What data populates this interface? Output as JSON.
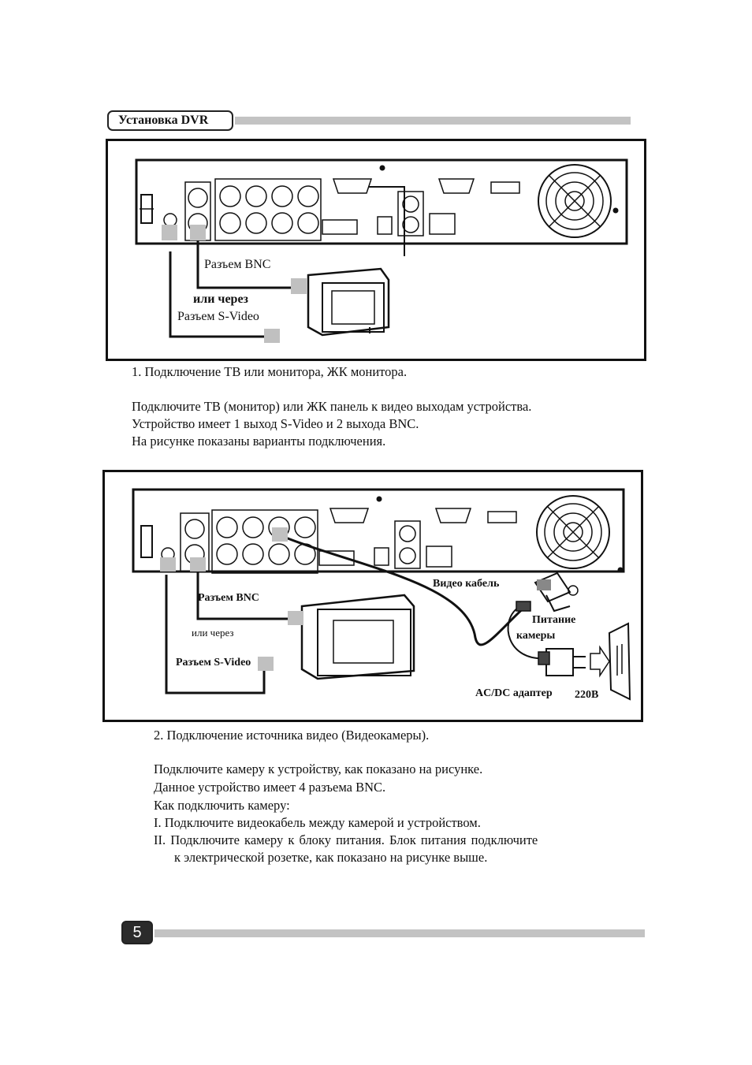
{
  "header": {
    "title": "Установка DVR"
  },
  "figure1": {
    "label_bnc": "Разъем BNC",
    "label_or": "или через",
    "label_svideo": "Разъем S-Video"
  },
  "section1": {
    "caption": "1.   Подключение ТВ или монитора, ЖК монитора.",
    "lines": [
      "Подключите ТВ (монитор) или ЖК панель к видео выходам устройства.",
      "Устройство имеет 1 выход S-Video и 2 выхода BNC.",
      "На рисунке показаны варианты подключения."
    ]
  },
  "figure2": {
    "label_video_cable": "Видео кабель",
    "label_bnc": "Разъем BNC",
    "label_or": "или через",
    "label_svideo": "Разъем S-Video",
    "label_power_1": "Питание",
    "label_power_2": "камеры",
    "label_adapter": "AC/DC адаптер",
    "label_voltage": "220В"
  },
  "section2": {
    "caption": "2. Подключение источника видео (Видеокамеры).",
    "lines": [
      "Подключите камеру к устройству, как показано на рисунке.",
      "Данное устройство имеет 4 разъема BNC.",
      "Как подключить камеру:",
      "I. Подключите видеокабель между камерой и устройством.",
      "II. Подключите камеру к блоку питания. Блок питания подключите",
      "к электрической розетке, как показано на рисунке выше."
    ]
  },
  "footer": {
    "page_number": "5"
  }
}
